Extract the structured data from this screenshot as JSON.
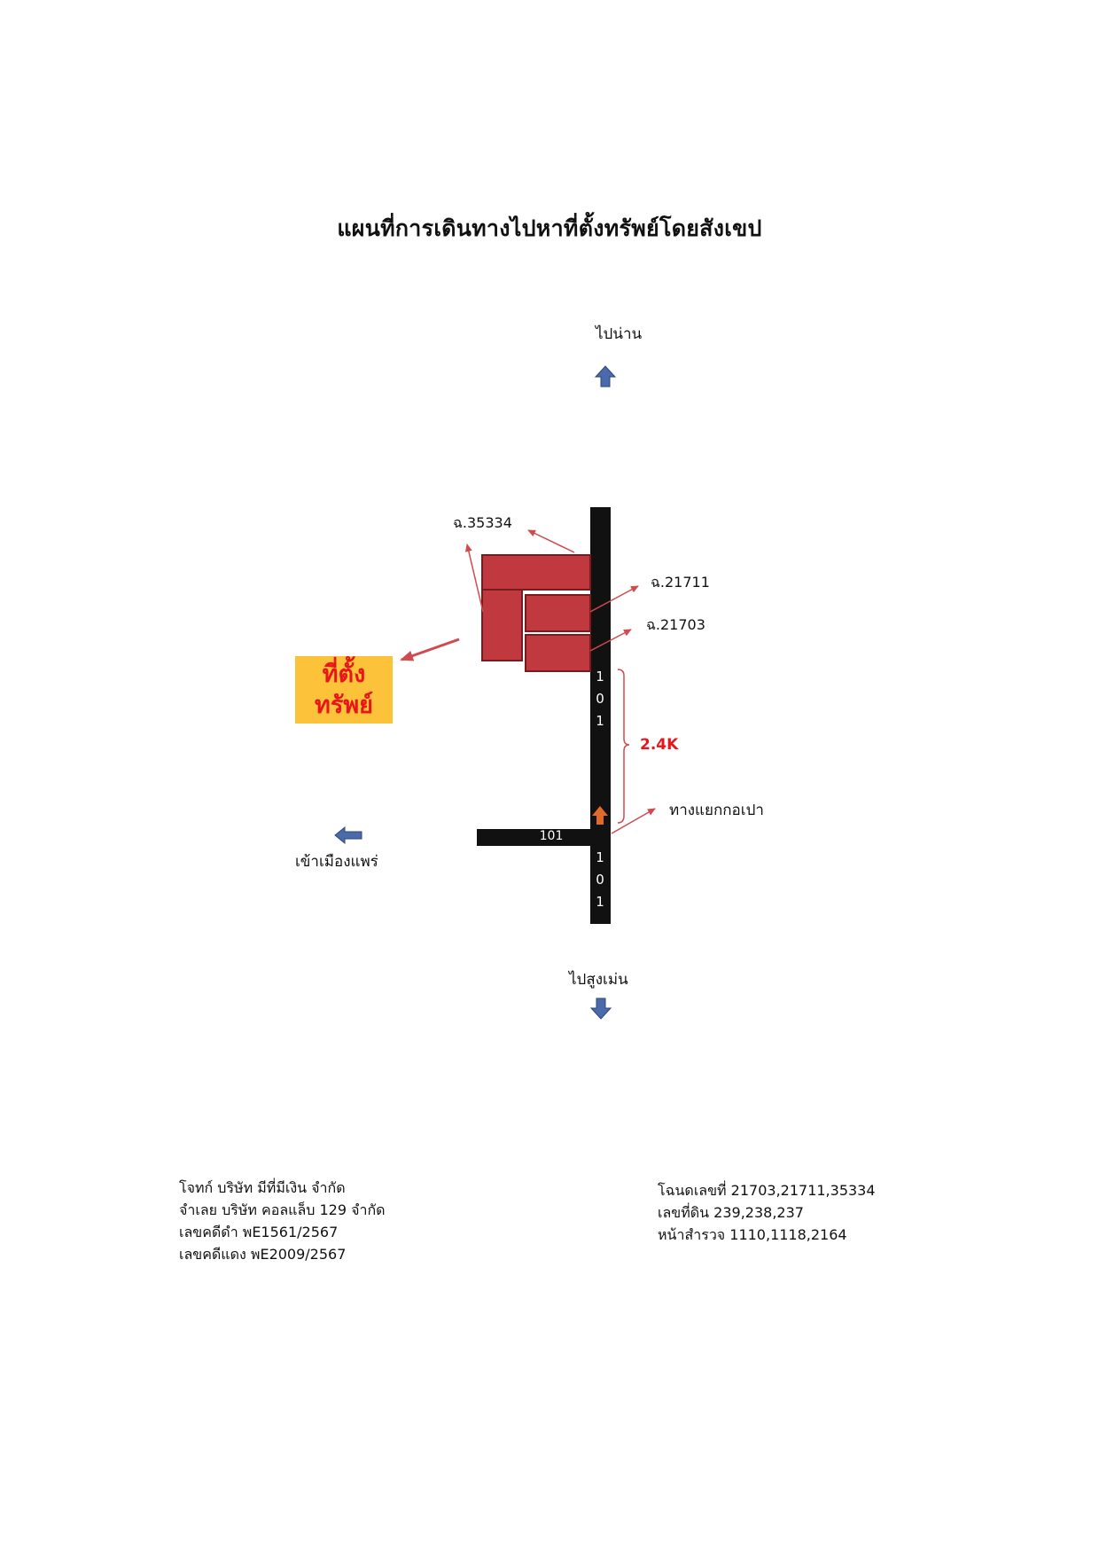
{
  "title": "แผนที่การเดินทางไปหาที่ตั้งทรัพย์โดยสังเขป",
  "directions": {
    "north": "ไปน่าน",
    "south": "ไปสูงเม่น",
    "west": "เข้าเมืองแพร่"
  },
  "parcels": {
    "a": "ฉ.35334",
    "b": "ฉ.21711",
    "c": "ฉ.21703"
  },
  "site_label": {
    "line1": "ที่ตั้ง",
    "line2": "ทรัพย์"
  },
  "road": {
    "vertical_upper": [
      "1",
      "0",
      "1"
    ],
    "vertical_lower": [
      "1",
      "0",
      "1"
    ],
    "horizontal": "101"
  },
  "distance": "2.4K",
  "junction": "ทางแยกกอเปา",
  "case_info": {
    "plaintiff": "โจทก์ บริษัท มีที่มีเงิน จำกัด",
    "defendant": "จำเลย บริษัท คอลแล็บ 129 จำกัด",
    "black_case": "เลขคดีดำ พE1561/2567",
    "red_case": "เลขคดีแดง พE2009/2567"
  },
  "deed_info": {
    "deeds": "โฉนดเลขที่ 21703,21711,35334",
    "land_no": "เลขที่ดิน  239,238,237",
    "survey": "หน้าสำรวจ 1110,1118,2164"
  },
  "colors": {
    "road": "#111111",
    "parcel_fill": "#c0393f",
    "parcel_stroke": "#7a1a1f",
    "pointer": "#d04a4f",
    "site_bg": "#fcc33a",
    "site_text": "#e8151b",
    "blue_arrow": "#4a6aab",
    "orange_arrow": "#e06a2a"
  },
  "icons": [
    "up-arrow-icon",
    "down-arrow-icon",
    "left-arrow-icon",
    "orange-up-arrow-icon"
  ]
}
